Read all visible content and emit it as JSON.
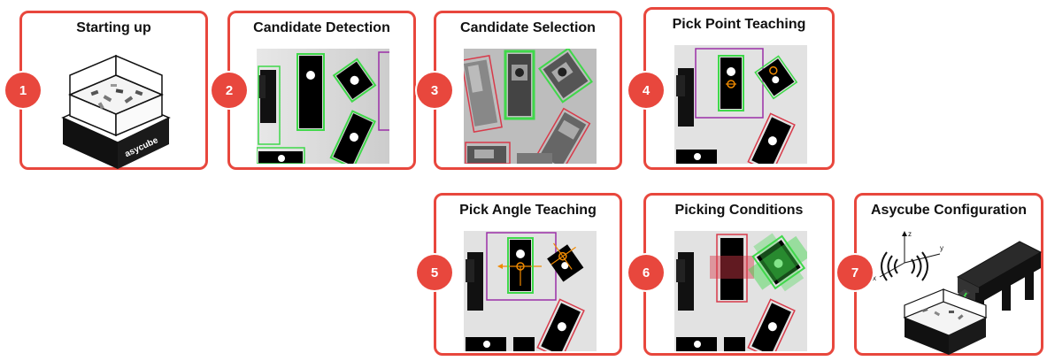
{
  "steps": [
    {
      "number": "1",
      "title": "Starting up"
    },
    {
      "number": "2",
      "title": "Candidate Detection"
    },
    {
      "number": "3",
      "title": "Candidate Selection"
    },
    {
      "number": "4",
      "title": "Pick Point Teaching"
    },
    {
      "number": "5",
      "title": "Pick Angle Teaching"
    },
    {
      "number": "6",
      "title": "Picking Conditions"
    },
    {
      "number": "7",
      "title": "Asycube Configuration"
    }
  ],
  "brand_text": "asycube",
  "axis_labels": {
    "x": "x",
    "y": "y",
    "z": "z"
  },
  "colors": {
    "accent": "#e8473d",
    "detection": "#3fd84a",
    "rejected": "#d83a4a",
    "roi": "#9b2fa8",
    "target": "#f08a00"
  }
}
